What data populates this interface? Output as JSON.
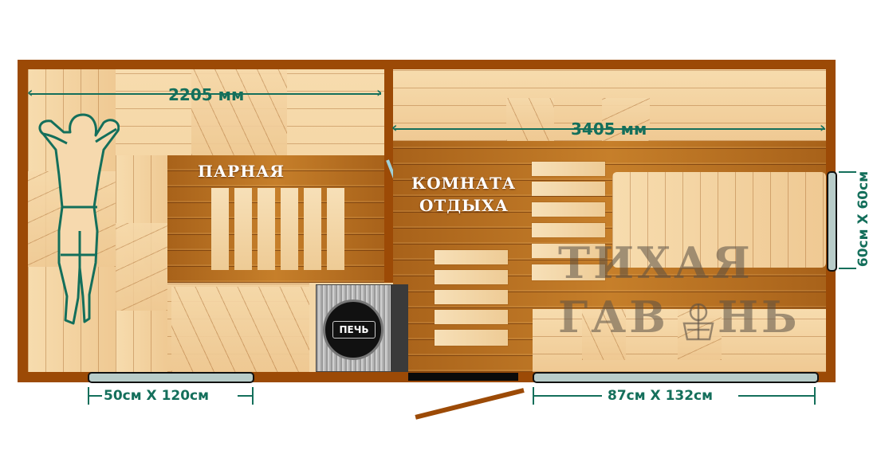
{
  "plan": {
    "rooms": [
      {
        "id": "steam_room",
        "label": "ПАРНАЯ"
      },
      {
        "id": "rest_room",
        "label_line1": "КОМНАТА",
        "label_line2": "ОТДЫХА"
      }
    ],
    "stove": {
      "label": "ПЕЧЬ"
    },
    "dimensions": {
      "steam_room_length": "2205 мм",
      "rest_room_length": "3405 мм",
      "window_left": "50см X 120см",
      "window_right": "87см X 132см",
      "window_end": "60см X 60см"
    },
    "watermark": {
      "line1": "ТИХАЯ",
      "line2": "ГАВАНЬ",
      "line2_left": "ГАВ",
      "line2_right": "НЬ"
    },
    "colors": {
      "wall": "#9c4a06",
      "dimension_text": "#146f5b",
      "window_glass": "#b8ccc9",
      "door_glass": "#9fd0d8",
      "larch": "#b9701f",
      "pine": "#f3d3a2"
    }
  }
}
